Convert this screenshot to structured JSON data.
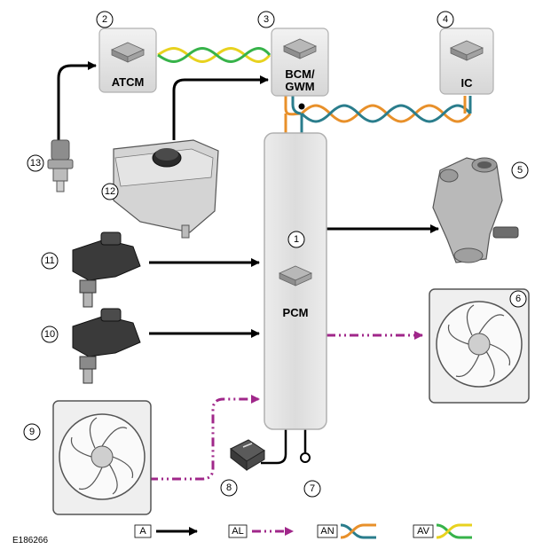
{
  "figure_id": "E186266",
  "modules": {
    "atcm": {
      "number": "2",
      "label": "ATCM"
    },
    "bcm_gwm": {
      "number": "3",
      "label_line1": "BCM/",
      "label_line2": "GWM"
    },
    "ic": {
      "number": "4",
      "label": "IC"
    },
    "pcm": {
      "number": "1",
      "label": "PCM"
    }
  },
  "components": {
    "thermostat": {
      "number": "5"
    },
    "fan_right": {
      "number": "6"
    },
    "ground": {
      "number": "7"
    },
    "fuse": {
      "number": "8"
    },
    "fan_left": {
      "number": "9"
    },
    "sensor_10": {
      "number": "10"
    },
    "sensor_11": {
      "number": "11"
    },
    "coolant_tank": {
      "number": "12"
    },
    "pressure_switch": {
      "number": "13"
    }
  },
  "legend": [
    {
      "key": "A",
      "line": "hardwired"
    },
    {
      "key": "AL",
      "line": "pwm-dash-dot"
    },
    {
      "key": "AN",
      "line": "can-orange-blue"
    },
    {
      "key": "AV",
      "line": "can-yellow-green"
    }
  ],
  "colors": {
    "hardwired": "#000000",
    "pwm": "#a0278a",
    "can_orange": "#e8902a",
    "can_blue": "#2a7d8c",
    "can_yellow": "#e8d21f",
    "can_green": "#37b34a",
    "module_fill": "#e8e8e8"
  }
}
